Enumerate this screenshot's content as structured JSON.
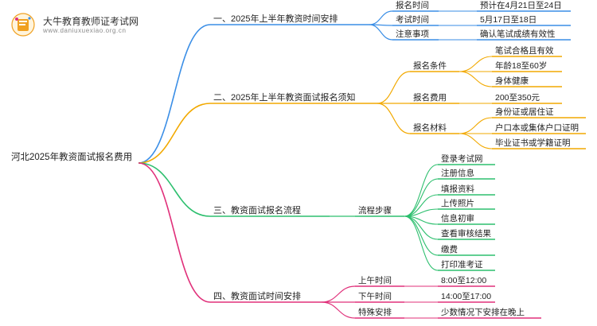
{
  "logo": {
    "title": "大牛教育教师证考试网",
    "url": "www.daniuxuexiao.org.cn"
  },
  "colors": {
    "root_text": "#222222",
    "branch1": "#3a8ee6",
    "branch2": "#f2a900",
    "branch3": "#2dbf6e",
    "branch4": "#e0307a",
    "text": "#222222"
  },
  "mindmap": {
    "root": "河北2025年教资面试报名费用",
    "branches": [
      {
        "label": "一、2025年上半年教资时间安排",
        "children": [
          {
            "label": "报名时间",
            "children": [
              {
                "label": "预计在4月21日至24日"
              }
            ]
          },
          {
            "label": "考试时间",
            "children": [
              {
                "label": "5月17日至18日"
              }
            ]
          },
          {
            "label": "注意事项",
            "children": [
              {
                "label": "确认笔试成绩有效性"
              }
            ]
          }
        ]
      },
      {
        "label": "二、2025年上半年教资面试报名须知",
        "children": [
          {
            "label": "报名条件",
            "children": [
              {
                "label": "笔试合格且有效"
              },
              {
                "label": "年龄18至60岁"
              },
              {
                "label": "身体健康"
              }
            ]
          },
          {
            "label": "报名费用",
            "children": [
              {
                "label": "200至350元"
              }
            ]
          },
          {
            "label": "报名材料",
            "children": [
              {
                "label": "身份证或居住证"
              },
              {
                "label": "户口本或集体户口证明"
              },
              {
                "label": "毕业证书或学籍证明"
              }
            ]
          }
        ]
      },
      {
        "label": "三、教资面试报名流程",
        "children": [
          {
            "label": "流程步骤",
            "children": [
              {
                "label": "登录考试网"
              },
              {
                "label": "注册信息"
              },
              {
                "label": "填报资料"
              },
              {
                "label": "上传照片"
              },
              {
                "label": "信息初审"
              },
              {
                "label": "查看审核结果"
              },
              {
                "label": "缴费"
              },
              {
                "label": "打印准考证"
              }
            ]
          }
        ]
      },
      {
        "label": "四、教资面试时间安排",
        "children": [
          {
            "label": "上午时间",
            "children": [
              {
                "label": "8:00至12:00"
              }
            ]
          },
          {
            "label": "下午时间",
            "children": [
              {
                "label": "14:00至17:00"
              }
            ]
          },
          {
            "label": "特殊安排",
            "children": [
              {
                "label": "少数情况下安排在晚上"
              }
            ]
          }
        ]
      }
    ]
  }
}
